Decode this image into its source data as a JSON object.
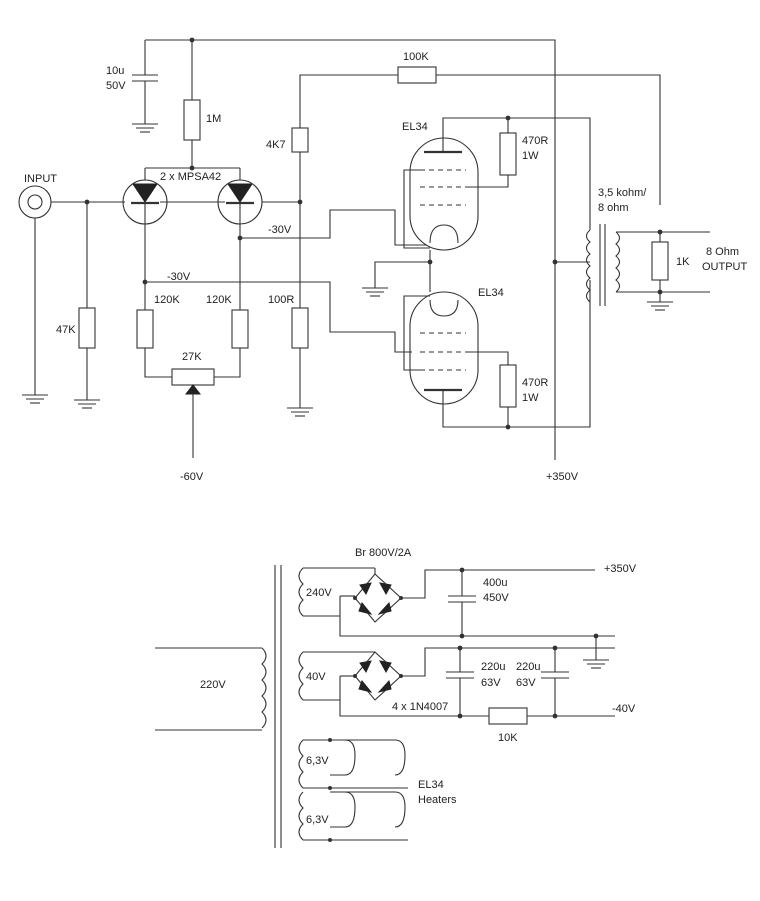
{
  "amp": {
    "input": "INPUT",
    "c_input_value": "10u",
    "c_input_voltage": "50V",
    "r_1m": "1M",
    "transistors": "2 x MPSA42",
    "r_4k7": "4K7",
    "r_100k": "100K",
    "tube_top": "EL34",
    "tube_bottom": "EL34",
    "r_470_top_value": "470R",
    "r_470_top_power": "1W",
    "r_470_bot_value": "470R",
    "r_470_bot_power": "1W",
    "transformer_ratio_1": "3,5 kohm/",
    "transformer_ratio_2": "8 ohm",
    "r_1k": "1K",
    "output_1": "8 Ohm",
    "output_2": "OUTPUT",
    "bias_top": "-30V",
    "bias_mid": "-30V",
    "r_47k": "47K",
    "r_120k_left": "120K",
    "r_120k_right": "120K",
    "r_100r": "100R",
    "pot_27k": "27K",
    "neg60": "-60V",
    "plus350": "+350V"
  },
  "psu": {
    "bridge": "Br 800V/2A",
    "plus350": "+350V",
    "sec_240": "240V",
    "c_400u_value": "400u",
    "c_400u_voltage": "450V",
    "primary": "220V",
    "sec_40": "40V",
    "c_220u_a_value": "220u",
    "c_220u_a_voltage": "63V",
    "c_220u_b_value": "220u",
    "c_220u_b_voltage": "63V",
    "diodes": "4 x 1N4007",
    "neg40": "-40V",
    "r_10k": "10K",
    "heater_1": "6,3V",
    "heater_2": "6,3V",
    "heaters_1": "EL34",
    "heaters_2": "Heaters"
  }
}
